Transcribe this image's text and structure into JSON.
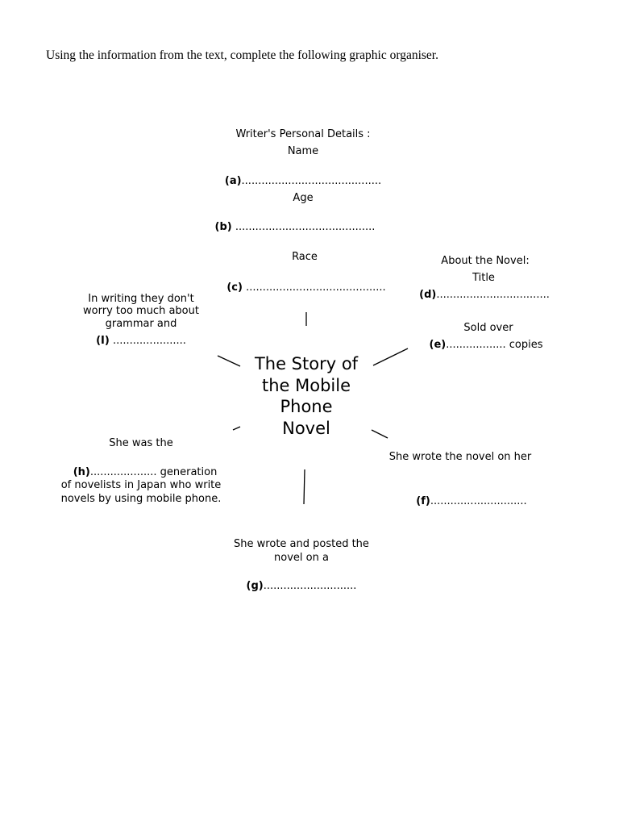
{
  "instruction": "Using the information from the text, complete the following graphic organiser.",
  "center_title": [
    "The Story of",
    "the Mobile",
    "Phone",
    "Novel"
  ],
  "writer": {
    "heading": "Writer's Personal Details :",
    "name_label": "Name",
    "a_letter": "(a)",
    "a_blank": "..........................................",
    "age_label": "Age",
    "b_letter": "(b)",
    "b_blank": " ..........................................",
    "race_label": "Race",
    "c_letter": "(c)",
    "c_blank": " .........................................."
  },
  "novel": {
    "heading": "About the Novel:",
    "title_label": "Title",
    "d_letter": "(d)",
    "d_blank": "..................................",
    "sold_label": "Sold over",
    "e_letter": "(e)",
    "e_blank": ".................. copies"
  },
  "writing": {
    "line1": "In writing they don't",
    "line2": "worry  too much about",
    "line3": "grammar and",
    "i_letter": "(I)",
    "i_blank": " ......................"
  },
  "generation": {
    "line1": "She was the",
    "h_letter": "(h)",
    "h_blank": ".................... generation",
    "line2": "of novelists in Japan who write",
    "line3": "novels by using mobile phone."
  },
  "device": {
    "line1": "She wrote the novel on her",
    "f_letter": "(f)",
    "f_blank": "............................."
  },
  "posted": {
    "line1": "She wrote and posted the",
    "line2": "novel  on a",
    "g_letter": "(g)",
    "g_blank": "............................"
  }
}
